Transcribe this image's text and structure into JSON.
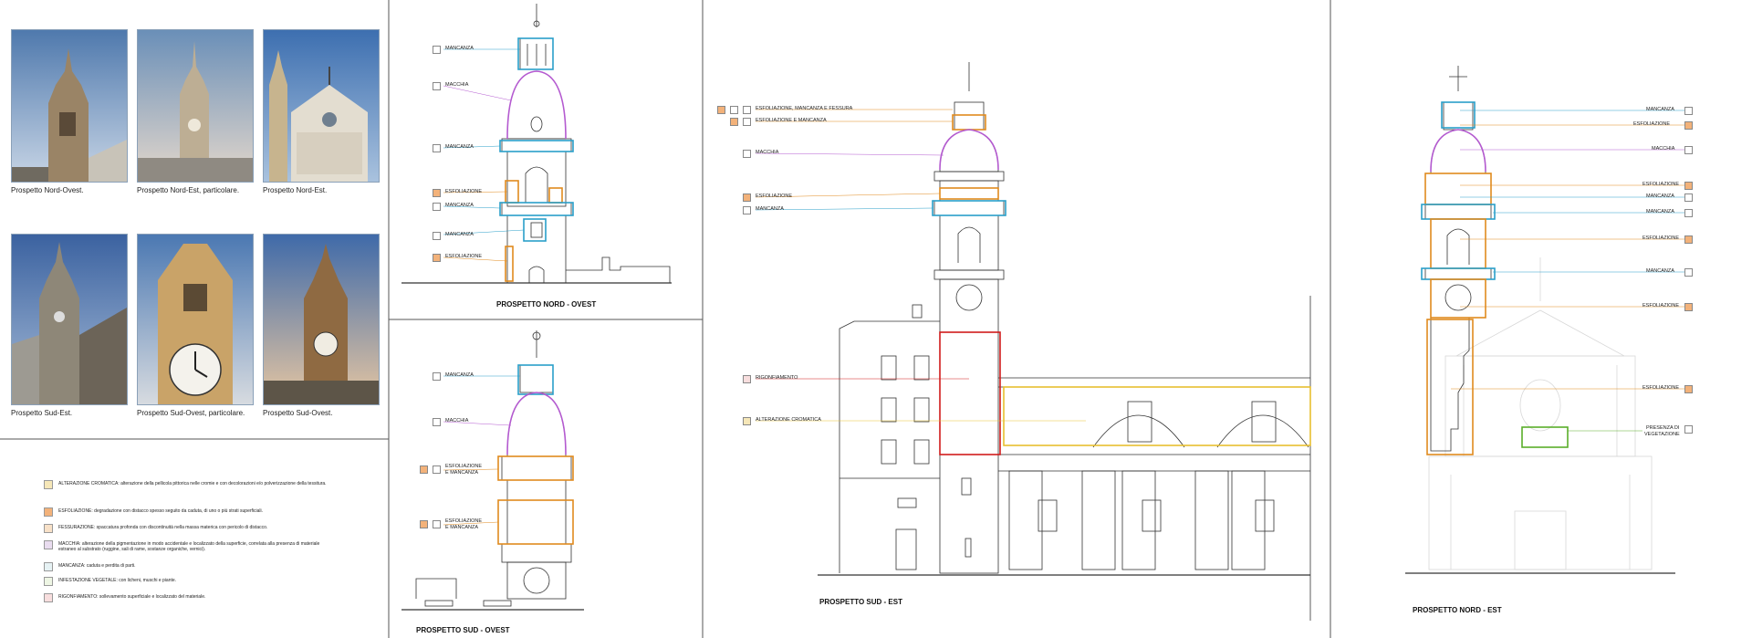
{
  "photos": [
    {
      "caption": "Prospetto Nord-Ovest."
    },
    {
      "caption": "Prospetto Nord-Est, particolare."
    },
    {
      "caption": "Prospetto Nord-Est."
    },
    {
      "caption": "Prospetto Sud-Est."
    },
    {
      "caption": "Prospetto Sud-Ovest, particolare."
    },
    {
      "caption": "Prospetto Sud-Ovest."
    }
  ],
  "legend": [
    {
      "text": "ALTERAZIONE CROMATICA: alterazione della pellicola pittorica nelle cromie e con decolorazioni e/o polverizzazione della tessitura.",
      "color": "#f6e7b8"
    },
    {
      "text": "ESFOLIAZIONE: degradazione con distacco spesso seguito da caduta, di uno o più strati superficiali.",
      "color": "#f3b27a"
    },
    {
      "text": "FESSURAZIONE: spaccatura profonda con discontinuità nella massa materica con pericolo di distacco.",
      "color": "#f8e1c8"
    },
    {
      "text": "MACCHIA: alterazione della pigmentazione in modo accidentale e localizzato della superficie, correlata alla presenza di materiale estraneo al substrato (ruggine, sali di rame, sostanze organiche, vernici).",
      "color": "#e9dcef"
    },
    {
      "text": "MANCANZA: caduta e perdita di parti.",
      "color": "#e6f2f4"
    },
    {
      "text": "INFESTAZIONE VEGETALE: con licheni, muschi e piante.",
      "color": "#eef6e4"
    },
    {
      "text": "RIGONFIAMENTO: sollevamento superficiale e localizzato del materiale.",
      "color": "#f8dede"
    }
  ],
  "nord_ovest": {
    "title": "PROSPETTO NORD - OVEST",
    "labels": [
      "MANCANZA",
      "MACCHIA",
      "MANCANZA",
      "ESFOLIAZIONE",
      "MANCANZA",
      "MANCANZA",
      "ESFOLIAZIONE"
    ]
  },
  "sud_ovest": {
    "title": "PROSPETTO SUD - OVEST",
    "labels": [
      "MANCANZA",
      "MACCHIA",
      "ESFOLIAZIONE",
      "E MANCANZA",
      "ESFOLIAZIONE",
      "E MANCANZA"
    ]
  },
  "sud_est": {
    "title": "PROSPETTO SUD - EST",
    "labels": [
      "ESFOLIAZIONE, MANCANZA E FESSURA",
      "ESFOLIAZIONE E MANCANZA",
      "MACCHIA",
      "ESFOLIAZIONE",
      "MANCANZA",
      "RIGONFIAMENTO",
      "ALTERAZIONE CROMATICA"
    ]
  },
  "nord_est": {
    "title": "PROSPETTO NORD - EST",
    "labels": [
      "MANCANZA",
      "ESFOLIAZIONE",
      "MACCHIA",
      "ESFOLIAZIONE",
      "MANCANZA",
      "MANCANZA",
      "ESFOLIAZIONE",
      "MANCANZA",
      "ESFOLIAZIONE",
      "ESFOLIAZIONE",
      "PRESENZA DI",
      "VEGETAZIONE"
    ]
  },
  "colors": {
    "mancanza": "#2a9fc9",
    "esfoliazione": "#e08a1e",
    "macchia": "#b45ad0",
    "rigonfiamento": "#d01c1c",
    "alterazione": "#e8c030",
    "vegetazione": "#5aae2a"
  }
}
